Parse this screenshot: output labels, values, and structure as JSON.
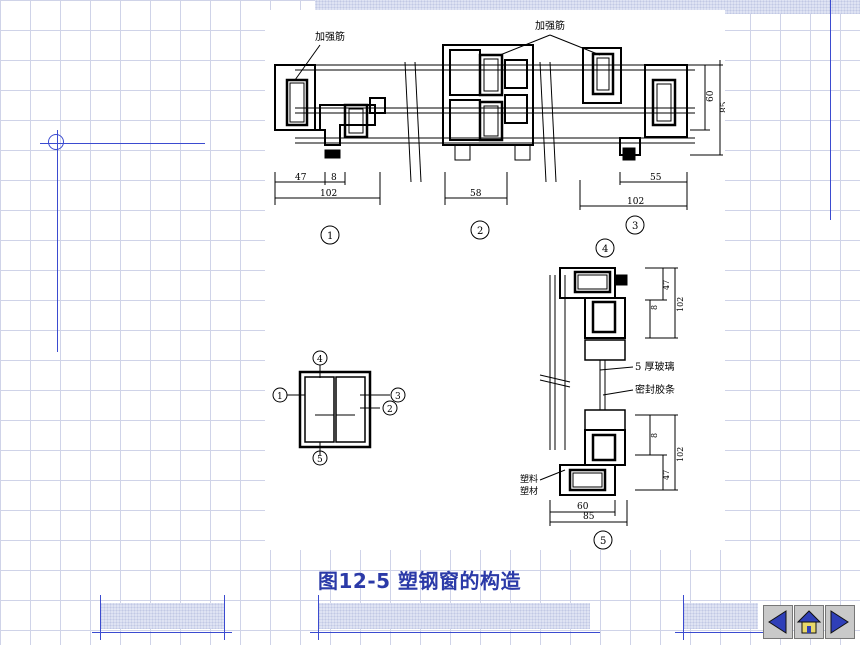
{
  "caption": "图12-5  塑钢窗的构造",
  "labels": {
    "reinforce_left": "加强筋",
    "reinforce_top": "加强筋",
    "glass": "5 厚玻璃",
    "seal": "密封胶条",
    "plastic1": "塑料",
    "plastic2": "塑材"
  },
  "dims": {
    "d47": "47",
    "d8": "8",
    "d102a": "102",
    "d58": "58",
    "d55": "55",
    "d102b": "102",
    "d60": "60",
    "d85": "85",
    "v47a": "47",
    "v8a": "8",
    "v102a": "102",
    "v8b": "8",
    "v102b": "102",
    "v47b": "47",
    "h60": "60",
    "h85": "85"
  },
  "markers": {
    "m1": "1",
    "m2": "2",
    "m3": "3",
    "m4": "4",
    "m5": "5",
    "k1": "1",
    "k2": "2",
    "k3": "3",
    "k4": "4",
    "k5": "5"
  },
  "nav": {
    "prev_icon": "triangle-left-icon",
    "home_icon": "home-icon",
    "next_icon": "triangle-right-icon"
  },
  "colors": {
    "accent": "#3b4bd0",
    "caption": "#2b3aa8"
  }
}
